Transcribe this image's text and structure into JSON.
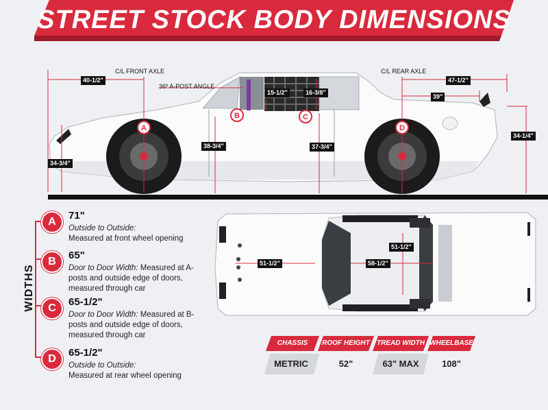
{
  "title": "STREET STOCK BODY DIMENSIONS",
  "colors": {
    "accent": "#d92a3d",
    "dark": "#111111",
    "background": "#eef0f3"
  },
  "side_view": {
    "labels": {
      "front_axle": "C/L FRONT AXLE",
      "rear_axle": "C/L REAR AXLE",
      "a_post_angle": "36º A-POST ANGLE"
    },
    "dimensions": {
      "front_overhang": "40-1/2\"",
      "nose_height": "34-3/4\"",
      "a_post_height": "38-3/4\"",
      "window_width": "15-1/2\"",
      "window_height": "16-3/8\"",
      "b_post_height": "37-3/4\"",
      "rear_overhang": "47-1/2\"",
      "spoiler_offset": "39\"",
      "rear_height": "34-1/4\""
    },
    "markers": [
      "A",
      "B",
      "C",
      "D"
    ]
  },
  "top_view": {
    "dimensions": {
      "hood_width": "51-1/2\"",
      "roof_width": "58-1/2\"",
      "rear_length": "51-1/2\""
    }
  },
  "widths": {
    "heading": "WIDTHS",
    "items": [
      {
        "letter": "A",
        "value": "71\"",
        "italic": "Outside to Outside:",
        "text": "Measured at front wheel opening"
      },
      {
        "letter": "B",
        "value": "65\"",
        "italic": "Door to Door Width:",
        "text": "Measured at A-posts and outside edge of doors, measured through car"
      },
      {
        "letter": "C",
        "value": "65-1/2\"",
        "italic": "Door to Door Width:",
        "text": "Measured at B-posts and outside edge of doors, measured through car"
      },
      {
        "letter": "D",
        "value": "65-1/2\"",
        "italic": "Outside to Outside:",
        "text": "Measured at rear wheel opening"
      }
    ]
  },
  "spec_table": {
    "headers": [
      "CHASSIS",
      "ROOF HEIGHT",
      "TREAD WIDTH",
      "WHEELBASE"
    ],
    "values": [
      "METRIC",
      "52\"",
      "63\" MAX",
      "108\""
    ]
  }
}
